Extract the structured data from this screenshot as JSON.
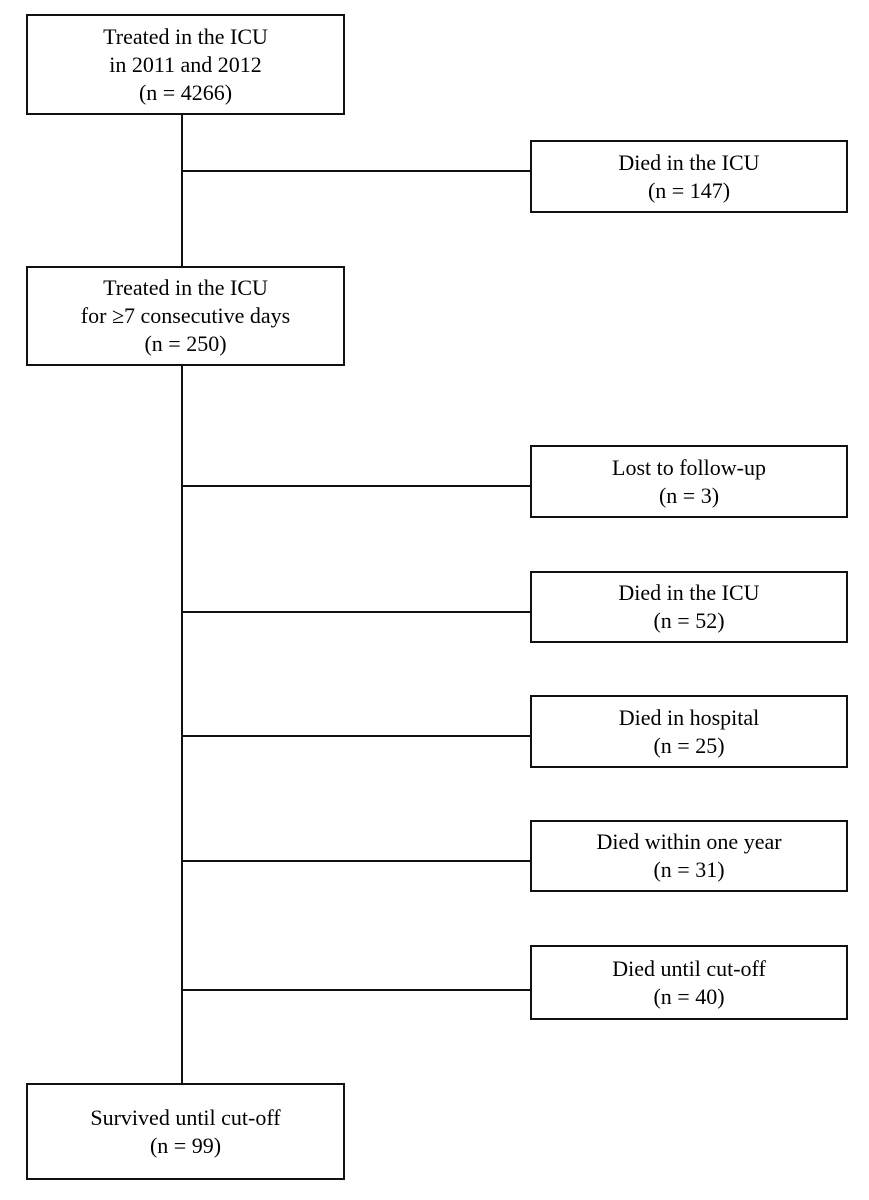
{
  "diagram": {
    "type": "flowchart",
    "description": "ICU patient enrollment and outcome flow diagram",
    "accent_color": "#111111",
    "background_color": "#ffffff",
    "nodes": [
      {
        "id": "treated-icu-2011-2012",
        "column": "left",
        "n": 4266,
        "lines": [
          "Treated in the ICU",
          "in 2011 and 2012",
          "(n = 4266)"
        ]
      },
      {
        "id": "died-in-icu-first",
        "column": "right",
        "n": 147,
        "lines": [
          "Died in the ICU",
          "(n = 147)"
        ]
      },
      {
        "id": "treated-icu-7-days",
        "column": "left",
        "n": 250,
        "lines": [
          "Treated in the ICU",
          "for ≥7 consecutive days",
          "(n = 250)"
        ]
      },
      {
        "id": "lost-to-follow-up",
        "column": "right",
        "n": 3,
        "lines": [
          "Lost to follow-up",
          "(n = 3)"
        ]
      },
      {
        "id": "died-in-icu-second",
        "column": "right",
        "n": 52,
        "lines": [
          "Died in the ICU",
          "(n = 52)"
        ]
      },
      {
        "id": "died-in-hospital",
        "column": "right",
        "n": 25,
        "lines": [
          "Died in hospital",
          "(n = 25)"
        ]
      },
      {
        "id": "died-within-one-year",
        "column": "right",
        "n": 31,
        "lines": [
          "Died within one year",
          "(n = 31)"
        ]
      },
      {
        "id": "died-until-cut-off",
        "column": "right",
        "n": 40,
        "lines": [
          "Died until cut-off",
          "(n = 40)"
        ]
      },
      {
        "id": "survived-until-cut-off",
        "column": "left",
        "n": 99,
        "lines": [
          "Survived until cut-off",
          "(n = 99)"
        ]
      }
    ],
    "edges": [
      {
        "from": "treated-icu-2011-2012",
        "to": "died-in-icu-first"
      },
      {
        "from": "treated-icu-2011-2012",
        "to": "treated-icu-7-days"
      },
      {
        "from": "treated-icu-7-days",
        "to": "lost-to-follow-up"
      },
      {
        "from": "treated-icu-7-days",
        "to": "died-in-icu-second"
      },
      {
        "from": "treated-icu-7-days",
        "to": "died-in-hospital"
      },
      {
        "from": "treated-icu-7-days",
        "to": "died-within-one-year"
      },
      {
        "from": "treated-icu-7-days",
        "to": "died-until-cut-off"
      },
      {
        "from": "treated-icu-7-days",
        "to": "survived-until-cut-off"
      }
    ]
  }
}
